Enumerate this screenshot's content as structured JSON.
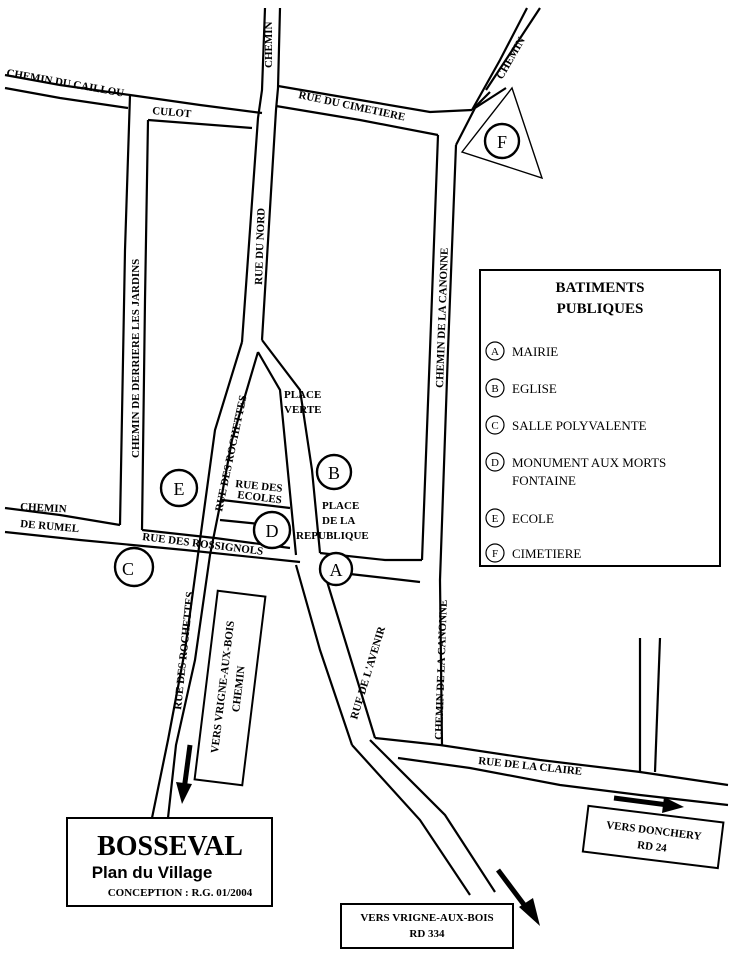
{
  "map": {
    "roads": {
      "chemin_top": "CHEMIN",
      "chemin_du_caillou": "CHEMIN DU CAILLOU",
      "culot": "CULOT",
      "rue_du_cimetiere": "RUE DU CIMETIERE",
      "chemin_ne": "CHEMIN",
      "chemin_derriere": "CHEMIN DE DERRIERE LES JARDINS",
      "rue_du_nord": "RUE DU NORD",
      "chemin_canonne_north": "CHEMIN DE LA CANONNE",
      "rue_des_rochettes_north": "RUE DES ROCHETTES",
      "chemin_de_rumel_1": "CHEMIN",
      "chemin_de_rumel_2": "DE RUMEL",
      "rue_des_rossignols": "RUE DES ROSSIGNOLS",
      "rue_des_ecoles_1": "RUE DES",
      "rue_des_ecoles_2": "ECOLES",
      "place_verte_1": "PLACE",
      "place_verte_2": "VERTE",
      "place_republique_1": "PLACE",
      "place_republique_2": "DE LA",
      "place_republique_3": "REPUBLIQUE",
      "rue_des_rochettes_south": "RUE DES ROCHETTES",
      "rue_de_l_avenir": "RUE DE L'AVENIR",
      "chemin_canonne_south": "CHEMIN DE LA CANONNE",
      "rue_de_la_claire": "RUE DE LA CLAIRE"
    },
    "buildings": {
      "A": "A",
      "B": "B",
      "C": "C",
      "D": "D",
      "E": "E",
      "F": "F"
    },
    "directions": {
      "vrigne_chemin_1": "VERS VRIGNE-AUX-BOIS",
      "vrigne_chemin_2": "CHEMIN",
      "donchery_1": "VERS DONCHERY",
      "donchery_2": "RD 24",
      "vrigne_rd_1": "VERS VRIGNE-AUX-BOIS",
      "vrigne_rd_2": "RD 334"
    }
  },
  "legend": {
    "title_line1": "BATIMENTS",
    "title_line2": "PUBLIQUES",
    "items": [
      {
        "letter": "A",
        "label": "MAIRIE"
      },
      {
        "letter": "B",
        "label": "EGLISE"
      },
      {
        "letter": "C",
        "label": "SALLE POLYVALENTE"
      },
      {
        "letter": "D",
        "label": "MONUMENT AUX MORTS",
        "label2": "FONTAINE"
      },
      {
        "letter": "E",
        "label": "ECOLE"
      },
      {
        "letter": "F",
        "label": "CIMETIERE"
      }
    ]
  },
  "title_block": {
    "name": "BOSSEVAL",
    "subtitle": "Plan du Village",
    "credit": "CONCEPTION : R.G. 01/2004"
  }
}
